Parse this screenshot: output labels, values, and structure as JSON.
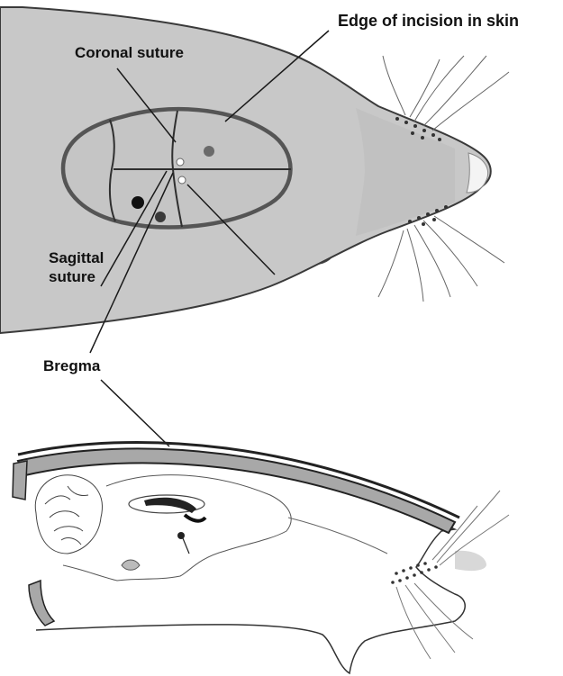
{
  "labels": {
    "edge_of_incision": "Edge of incision in skin",
    "coronal_suture": "Coronal suture",
    "sagittal_suture_line1": "Sagittal",
    "sagittal_suture_line2": "suture",
    "bregma": "Bregma"
  },
  "colors": {
    "skin": "#c8c8c8",
    "outline": "#333333",
    "incision": "#555555",
    "skull": "#a8a8a8",
    "ink": "#111111"
  }
}
